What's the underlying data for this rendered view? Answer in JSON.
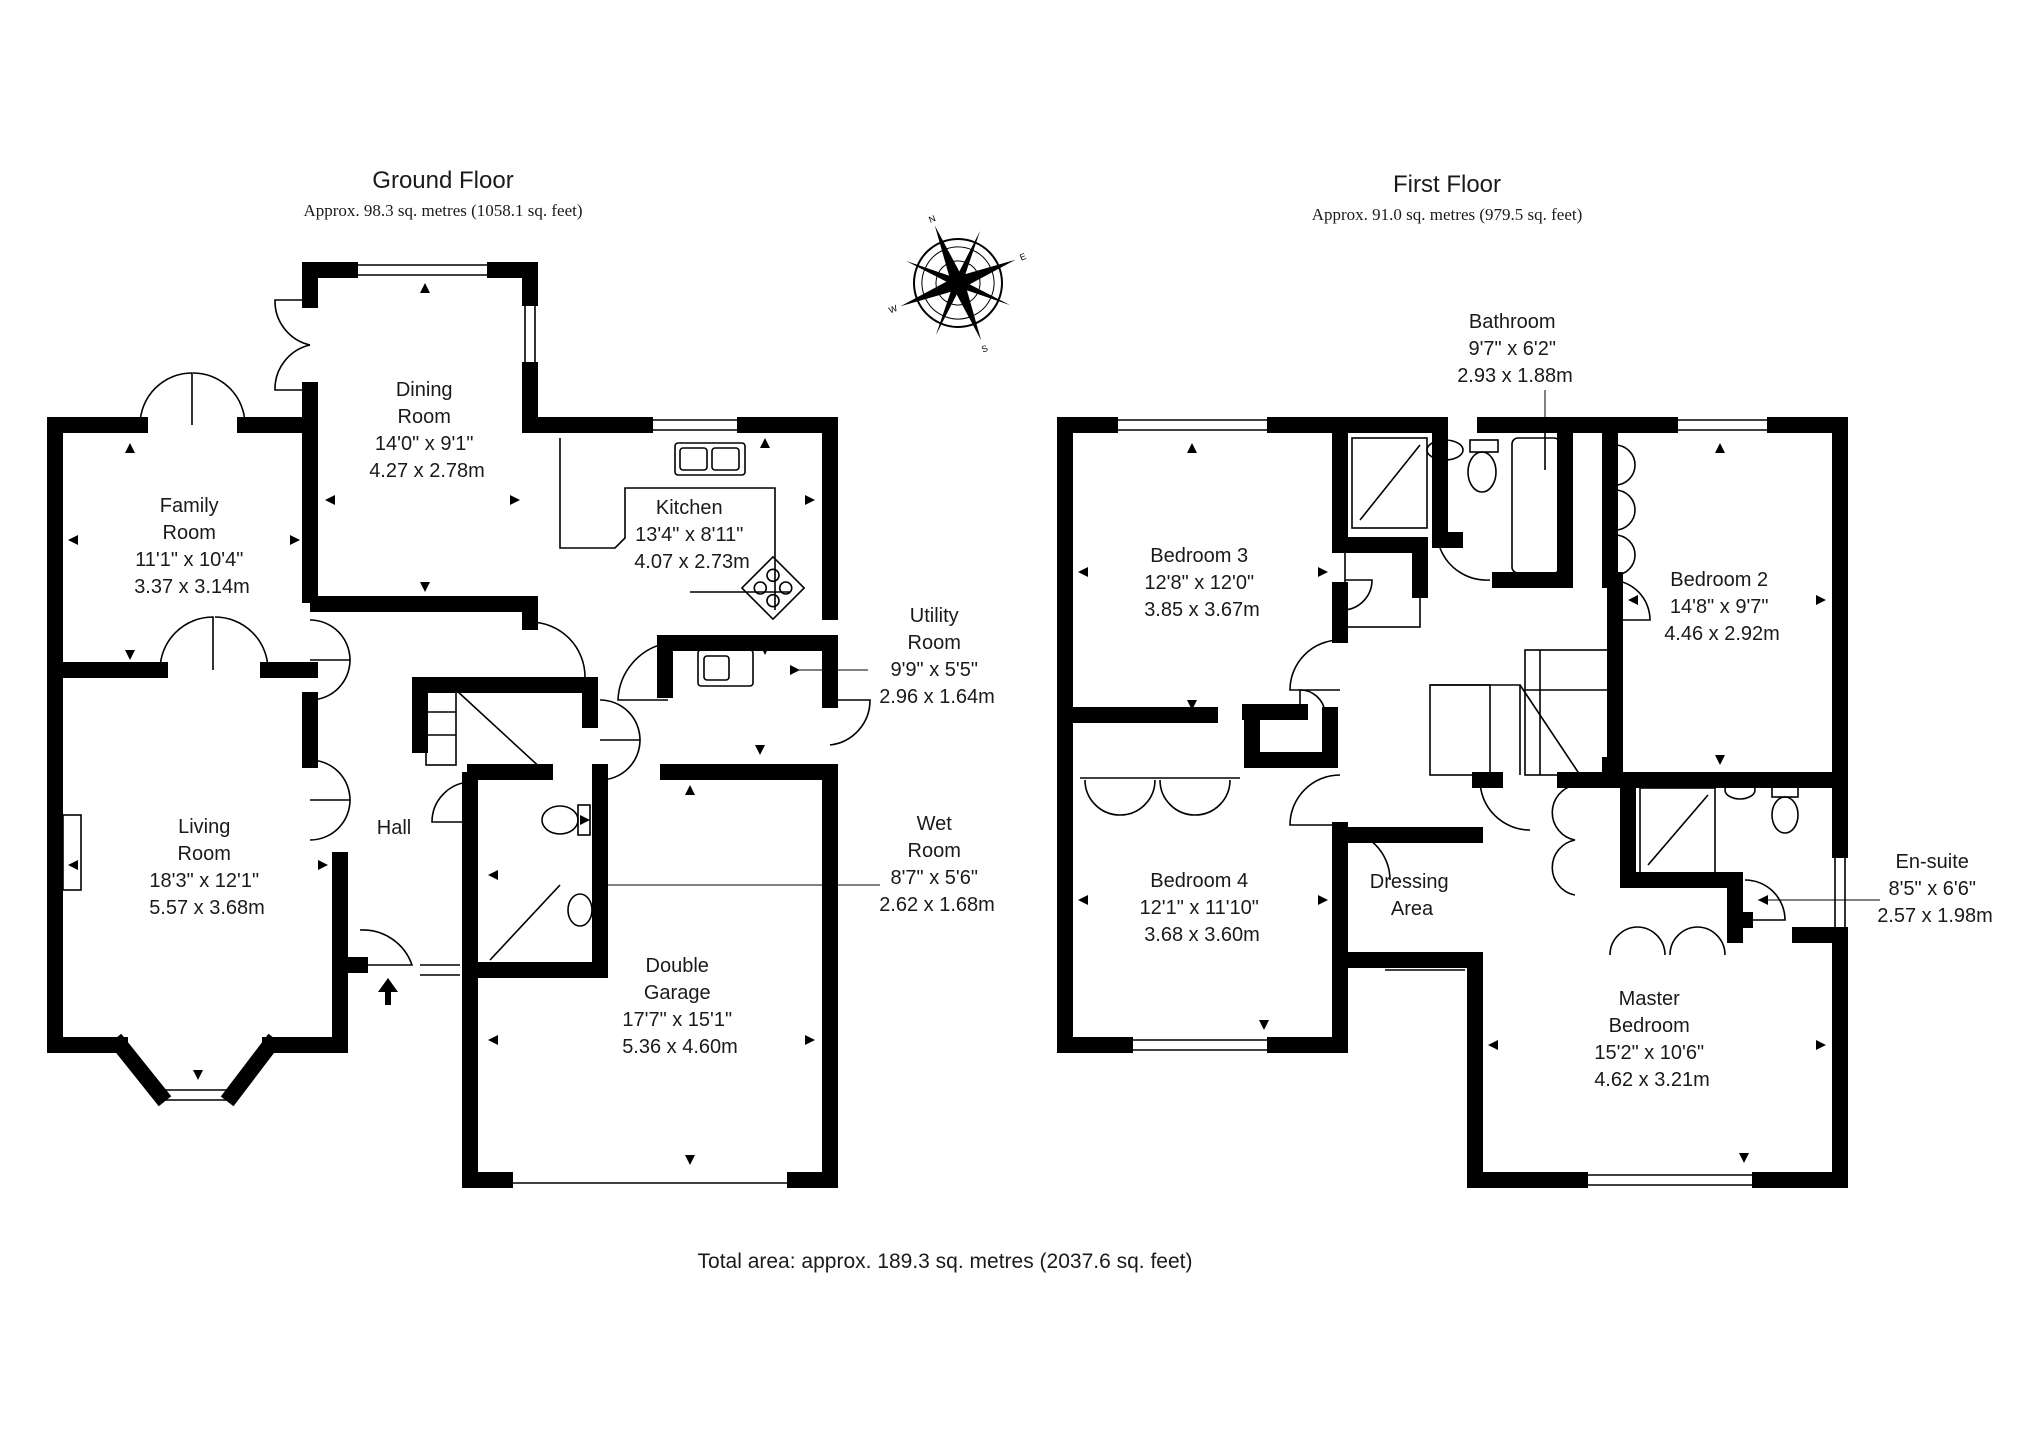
{
  "ground_floor": {
    "title": "Ground Floor",
    "area": "Approx. 98.3 sq. metres (1058.1 sq. feet)",
    "rooms": {
      "dining": [
        "Dining",
        "Room",
        "14'0\" x 9'1\"",
        "4.27 x 2.78m"
      ],
      "family": [
        "Family",
        "Room",
        "11'1\" x 10'4\"",
        "3.37 x 3.14m"
      ],
      "kitchen": [
        "Kitchen",
        "13'4\" x 8'11\"",
        "4.07 x 2.73m"
      ],
      "utility": [
        "Utility",
        "Room",
        "9'9\" x 5'5\"",
        "2.96 x 1.64m"
      ],
      "living": [
        "Living",
        "Room",
        "18'3\" x 12'1\"",
        "5.57 x 3.68m"
      ],
      "hall": [
        "Hall"
      ],
      "wet": [
        "Wet",
        "Room",
        "8'7\" x 5'6\"",
        "2.62 x 1.68m"
      ],
      "garage": [
        "Double",
        "Garage",
        "17'7\" x 15'1\"",
        "5.36 x 4.60m"
      ]
    }
  },
  "first_floor": {
    "title": "First Floor",
    "area": "Approx. 91.0 sq. metres (979.5 sq. feet)",
    "rooms": {
      "bathroom": [
        "Bathroom",
        "9'7\" x 6'2\"",
        "2.93 x 1.88m"
      ],
      "bedroom3": [
        "Bedroom 3",
        "12'8\" x 12'0\"",
        "3.85 x 3.67m"
      ],
      "bedroom2": [
        "Bedroom 2",
        "14'8\" x 9'7\"",
        "4.46 x 2.92m"
      ],
      "bedroom4": [
        "Bedroom 4",
        "12'1\" x 11'10\"",
        "3.68 x 3.60m"
      ],
      "dressing": [
        "Dressing",
        "Area"
      ],
      "ensuite": [
        "En-suite",
        "8'5\" x 6'6\"",
        "2.57 x 1.98m"
      ],
      "master": [
        "Master",
        "Bedroom",
        "15'2\" x 10'6\"",
        "4.62 x 3.21m"
      ]
    }
  },
  "total_area": "Total area: approx. 189.3 sq. metres (2037.6 sq. feet)",
  "compass_icon": "compass-rose-icon",
  "colors": {
    "wall": "#000000",
    "text": "#1a1a1a",
    "fixture": "#555555"
  }
}
